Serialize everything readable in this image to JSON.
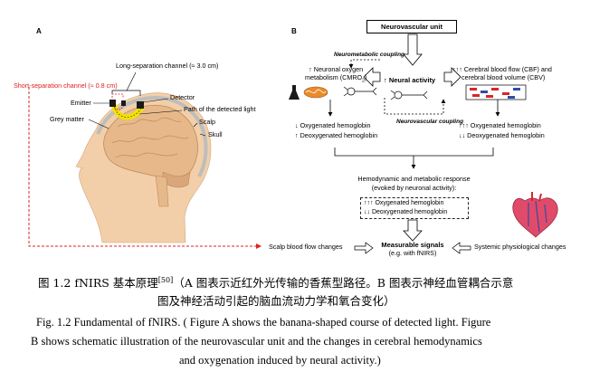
{
  "panel_a": {
    "label": "A",
    "long_channel": "Long-separation channel (≈ 3.0 cm)",
    "short_channel": "Short-separation channel (≈ 0.8 cm)",
    "emitter": "Emitter",
    "detector": "Detector",
    "path": "Path of the detected light",
    "grey_matter": "Grey matter",
    "scalp": "Scalp",
    "skull": "Skull"
  },
  "panel_b": {
    "label": "B",
    "nvu": "Neurovascular unit",
    "neurometabolic": "Neurometabolic coupling",
    "neurovascular": "Neurovascular coupling",
    "cmro_line1": "↑ Neuronal oxygen",
    "cmro_line2": "metabolism (CMRO",
    "cmro_sub": "2",
    "cmro_end": ")",
    "neural": "↑ Neural activity",
    "cbf_line1": "↑↑↑ Cerebral blood flow (CBF) and",
    "cbf_line2": "cerebral blood volume (CBV)",
    "left_oxy": "↓ Oxygenated hemoglobin",
    "left_deoxy": "↑ Deoxygenated hemoglobin",
    "right_oxy": "↑↑↑ Oxygenated hemoglobin",
    "right_deoxy": "↓↓ Deoxygenated hemoglobin",
    "response_line1": "Hemodynamic and metabolic response",
    "response_line2": "(evoked by neuronal activity):",
    "resp_oxy": "↑↑↑ Oxygenated hemoglobin",
    "resp_deoxy": "↓↓ Deoxygenated hemoglobin",
    "scalp_flow": "Scalp blood flow changes",
    "measurable": "Measurable signals",
    "measurable_sub": "(e.g. with fNIRS)",
    "systemic": "Systemic physiological changes"
  },
  "caption_cn": {
    "prefix": "图 1.2    fNIRS 基本原理",
    "ref": "[50]",
    "line1_rest": "（A 图表示近红外光传输的香蕉型路径。B 图表示神经血管耦合示意",
    "line2": "图及神经活动引起的脑血流动力学和氧合变化）"
  },
  "caption_en": {
    "line1": "Fig. 1.2    Fundamental of fNIRS. ( Figure A shows the banana-shaped course of detected light. Figure",
    "line2": "B  shows schematic illustration of the neurovascular unit and the changes in cerebral hemodynamics",
    "line3": "and oxygenation induced by neural activity.)"
  },
  "colors": {
    "short_channel_red": "#e02020",
    "skin": "#f2cfa8",
    "brain": "#e7b98a",
    "path_yellow": "#f2e200",
    "blood_red": "#d9252b",
    "blood_blue": "#2c4fa8"
  }
}
